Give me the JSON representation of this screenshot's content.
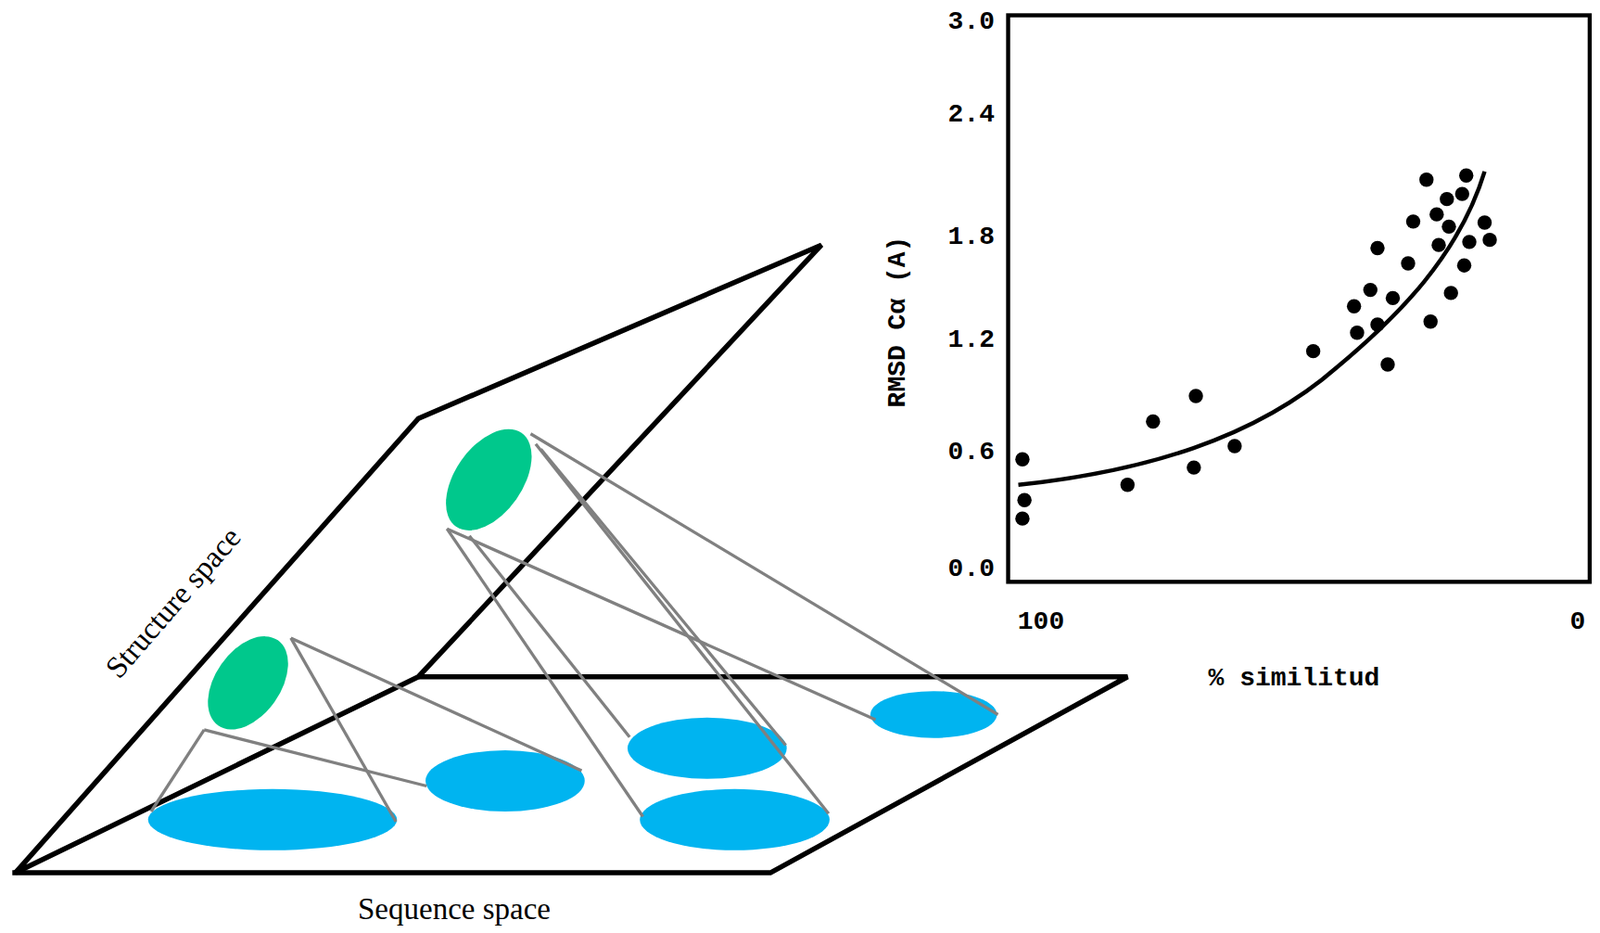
{
  "diagram": {
    "labels": [
      "Structure space",
      "Sequence space",
      "3.0",
      "2.4",
      "1.8",
      "1.2",
      "0.6",
      "0.0",
      "100",
      "0",
      "% similitud",
      "RMSD Cα (A)"
    ]
  }
}
